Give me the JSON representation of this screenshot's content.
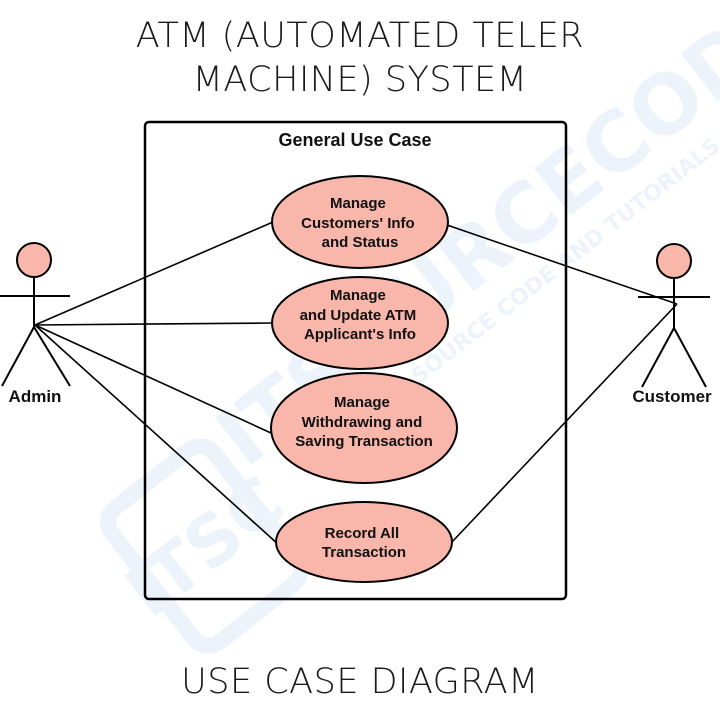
{
  "title_lines": [
    "ATM (AUTOMATED TELER",
    "MACHINE) SYSTEM"
  ],
  "footer": "USE CASE DIAGRAM",
  "system_boundary": {
    "label": "General Use Case"
  },
  "actors": {
    "admin": {
      "label": "Admin"
    },
    "customer": {
      "label": "Customer"
    }
  },
  "use_cases": [
    {
      "lines": [
        "Manage",
        "Customers' Info",
        "and Status"
      ]
    },
    {
      "lines": [
        "Manage",
        "and Update ATM",
        "Applicant's Info"
      ]
    },
    {
      "lines": [
        "Manage",
        "Withdrawing and",
        "Saving Transaction"
      ]
    },
    {
      "lines": [
        "Record All",
        "Transaction"
      ]
    }
  ],
  "watermark": {
    "brand": "ITSOURCECODE",
    "tagline": "WITH SOURCE CODE AND TUTORIALS",
    "logo_letters": "ITSC"
  },
  "colors": {
    "use_case_fill": "#f9b6ab",
    "actor_head_fill": "#f9b6ab",
    "line": "#000000",
    "watermark": "#dfeaf8"
  }
}
